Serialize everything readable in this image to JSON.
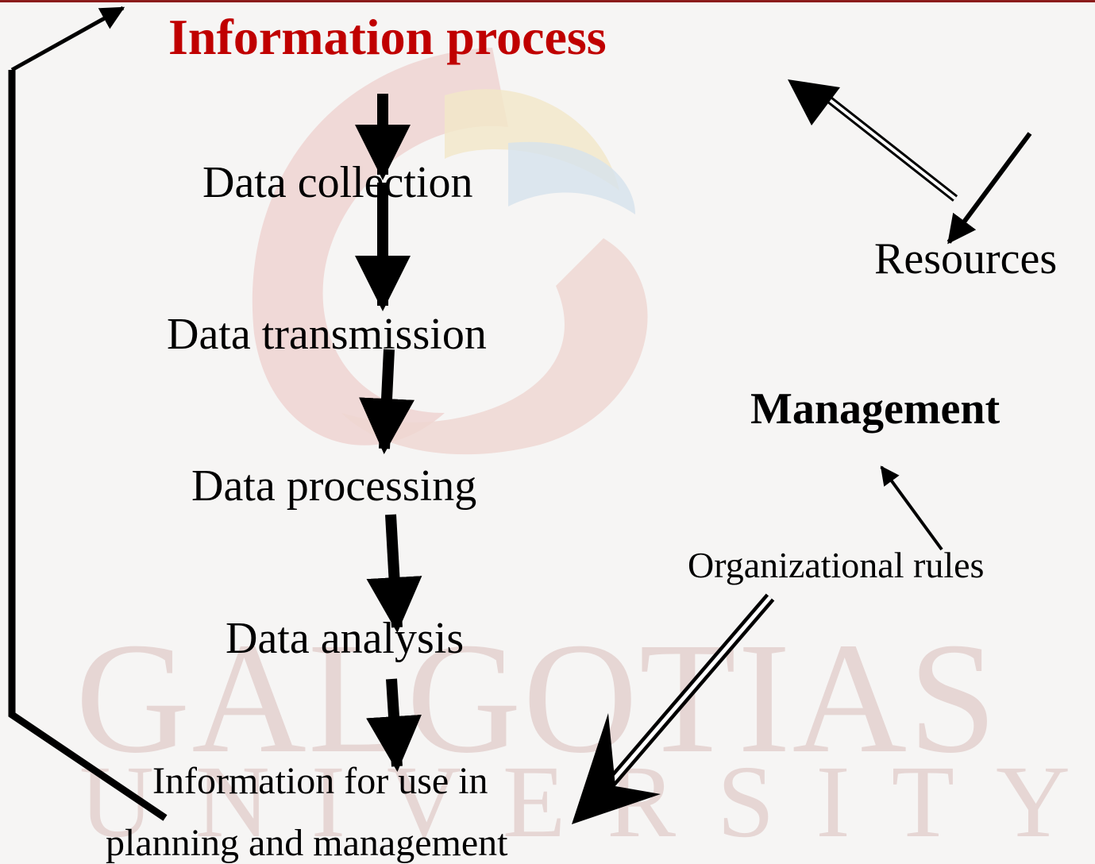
{
  "title": "Information process",
  "steps": [
    "Data collection",
    "Data transmission",
    "Data processing",
    "Data analysis",
    "Information for use in",
    "planning and management"
  ],
  "side": {
    "resources": "Resources",
    "management": "Management",
    "organizational_rules": "Organizational rules"
  },
  "watermark": {
    "main": "GALGOTIAS",
    "sub": "UNIVERSITY"
  },
  "colors": {
    "title": "#c00000",
    "top_border": "#8b1b1b"
  }
}
